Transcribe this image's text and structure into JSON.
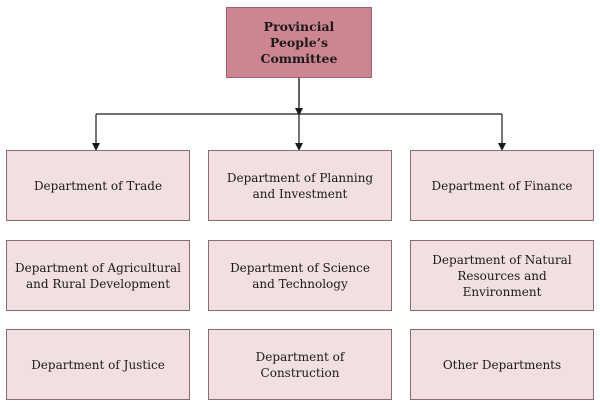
{
  "root": {
    "label": "Provincial People’s Committee",
    "fill": "#cd8592"
  },
  "departments": [
    {
      "label": "Department of Trade"
    },
    {
      "label": "Department of Planning and Investment"
    },
    {
      "label": "Department of Finance"
    },
    {
      "label": "Department of Agricultural and Rural Development"
    },
    {
      "label": "Department of Science and Technology"
    },
    {
      "label": "Department of Natural Resources and Environment"
    },
    {
      "label": "Department of Justice"
    },
    {
      "label": "Department of Construction"
    },
    {
      "label": "Other Departments"
    }
  ],
  "colors": {
    "department_fill": "#f2dfe1",
    "connector": "#1a1a1a"
  }
}
